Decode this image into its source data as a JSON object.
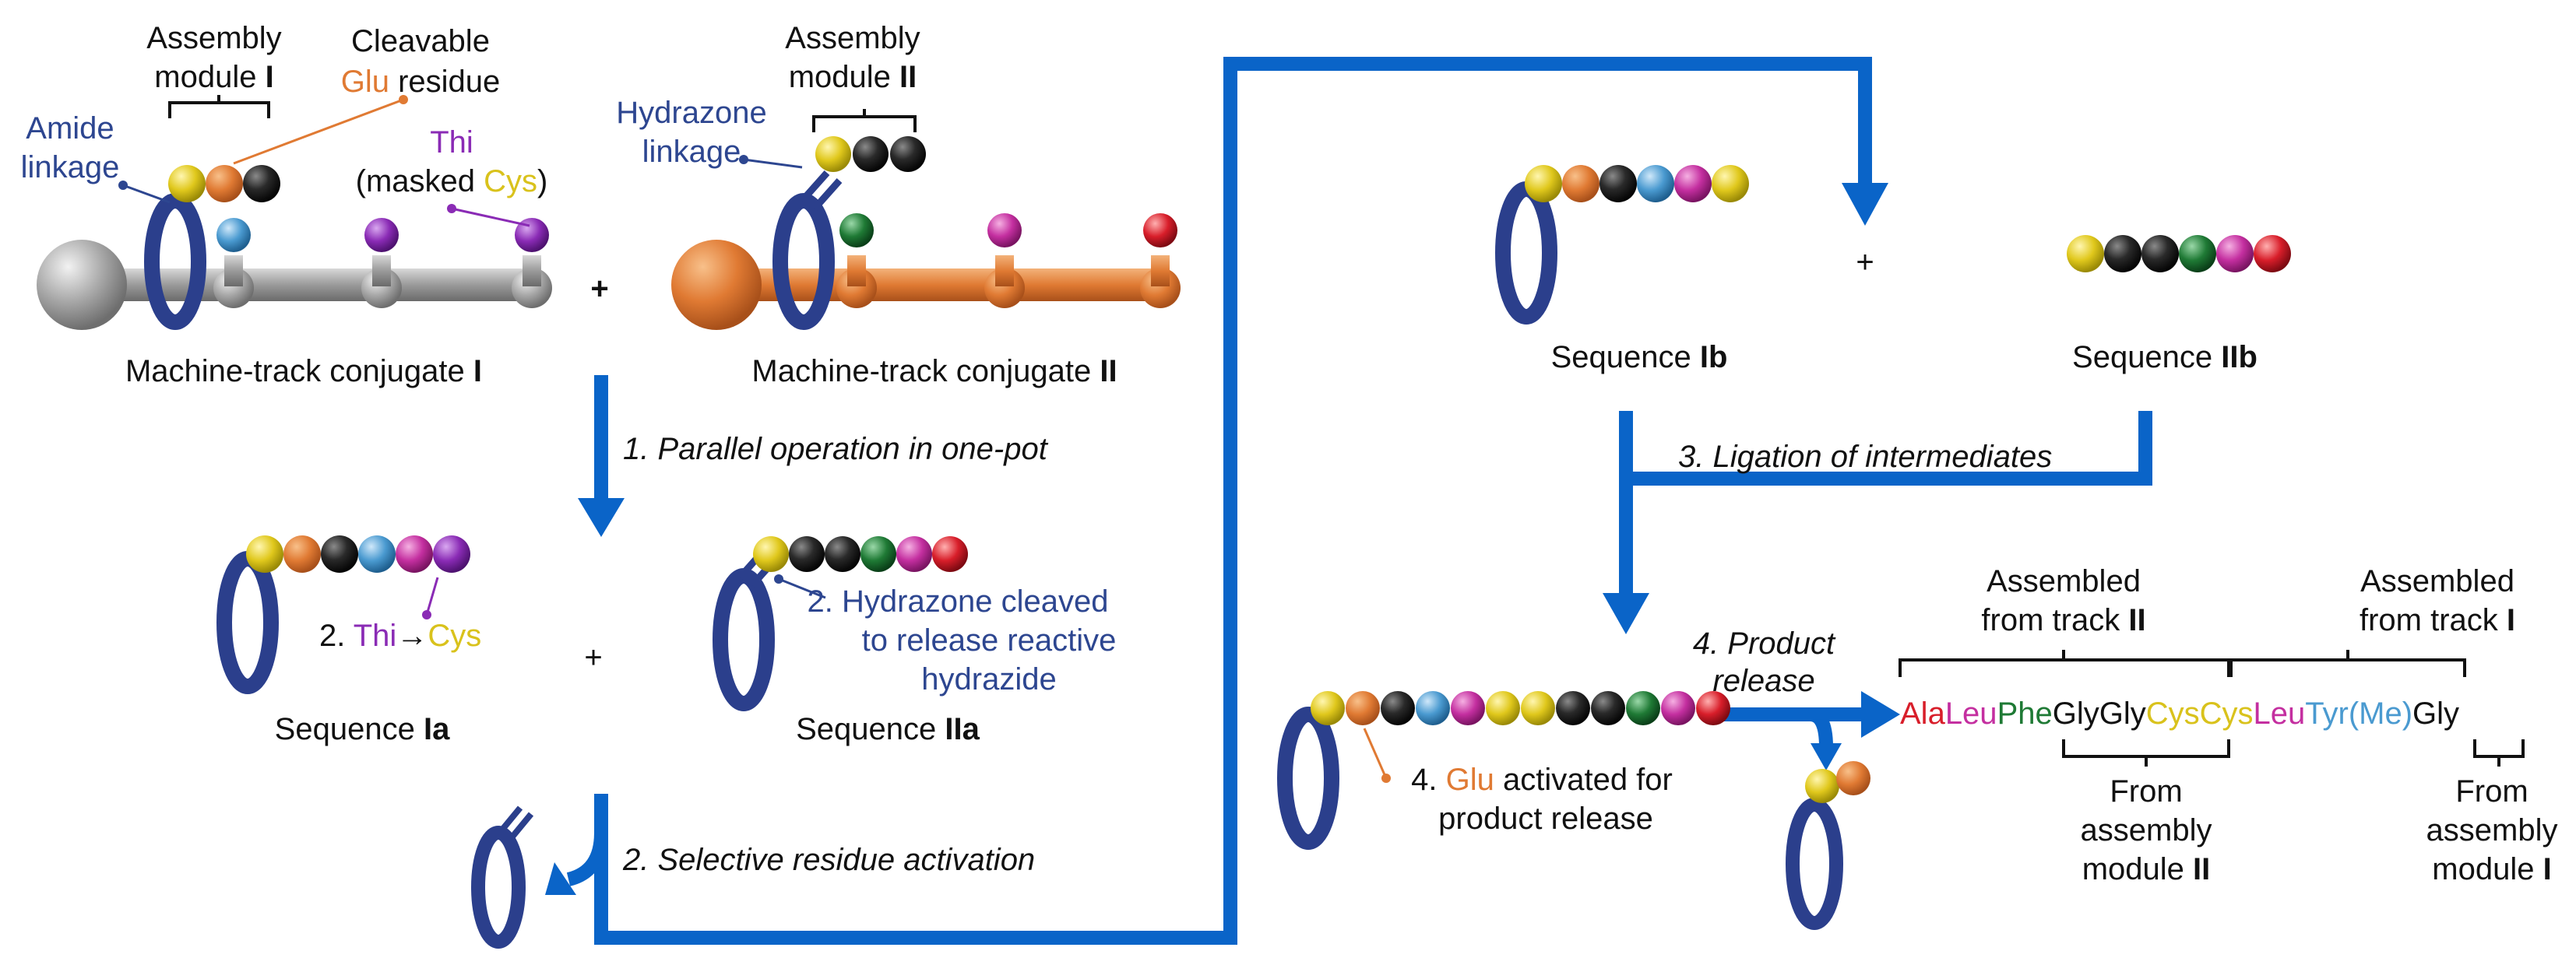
{
  "colors": {
    "blue_arrow": "#0a64c8",
    "ring": "#2b3f8c",
    "label_blue": "#2d4690",
    "orange": "#e07a33",
    "purple": "#8a2bb5",
    "yellow": "#d9c21c",
    "red": "#d81e2a",
    "magenta": "#c42fa0",
    "green": "#1f7a35",
    "cyan": "#4a9ad0",
    "grey_track": "#9a9a9a",
    "black_bead": "#222222"
  },
  "labels": {
    "assembly_module_1_line1": "Assembly",
    "assembly_module_1_line2": "module ",
    "assembly_module_1_roman": "I",
    "cleavable_line1": "Cleavable",
    "cleavable_glu": "Glu",
    "cleavable_residue": " residue",
    "amide_line1": "Amide",
    "amide_line2": "linkage",
    "thi_line1": "Thi",
    "thi_line2_a": "(masked ",
    "thi_line2_cys": "Cys",
    "thi_line2_b": ")",
    "assembly_module_2_line1": "Assembly",
    "assembly_module_2_line2": "module ",
    "assembly_module_2_roman": "II",
    "hydrazone_line1": "Hydrazone",
    "hydrazone_line2": "linkage",
    "conjugate_1_text": "Machine-track conjugate ",
    "conjugate_1_roman": "I",
    "conjugate_2_text": "Machine-track conjugate ",
    "conjugate_2_roman": "II",
    "plus": "+",
    "step1": "1. Parallel operation in one-pot",
    "step2_thi_prefix": "2. ",
    "step2_thi": "Thi",
    "step2_arrow": "→",
    "step2_cys": "Cys",
    "step2_hydrazone_line1": "2. Hydrazone cleaved",
    "step2_hydrazone_line2": "to release reactive",
    "step2_hydrazone_line3": "hydrazide",
    "sequence_text": "Sequence ",
    "seq_ia": "Ia",
    "seq_iia": "IIa",
    "seq_ib": "Ib",
    "seq_iib": "IIb",
    "step2_selective": "2. Selective residue activation",
    "step3": "3. Ligation of intermediates",
    "step4_release_line1": "4. Product",
    "step4_release_line2": "release",
    "step4_glu_prefix": "4. ",
    "step4_glu": "Glu",
    "step4_glu_suffix": " activated for",
    "step4_glu_line2": "product release",
    "assembled_track2_line1": "Assembled",
    "assembled_track2_line2": "from track ",
    "assembled_track2_roman": "II",
    "assembled_track1_line1": "Assembled",
    "assembled_track1_line2": "from track ",
    "assembled_track1_roman": "I",
    "from_module2_line1": "From",
    "from_module2_line2": "assembly",
    "from_module2_line3": "module ",
    "from_module2_roman": "II",
    "from_module1_line1": "From",
    "from_module1_line2": "assembly",
    "from_module1_line3": "module ",
    "from_module1_roman": "I"
  },
  "product_sequence": [
    {
      "residue": "Ala",
      "color": "#d81e2a"
    },
    {
      "residue": "Leu",
      "color": "#c42fa0"
    },
    {
      "residue": "Phe",
      "color": "#1f7a35"
    },
    {
      "residue": "Gly",
      "color": "#111111"
    },
    {
      "residue": "Gly",
      "color": "#111111"
    },
    {
      "residue": "Cys",
      "color": "#d9c21c"
    },
    {
      "residue": "Cys",
      "color": "#d9c21c"
    },
    {
      "residue": "Leu",
      "color": "#c42fa0"
    },
    {
      "residue": "Tyr(Me)",
      "color": "#4a9ad0"
    },
    {
      "residue": "Gly",
      "color": "#111111"
    }
  ]
}
